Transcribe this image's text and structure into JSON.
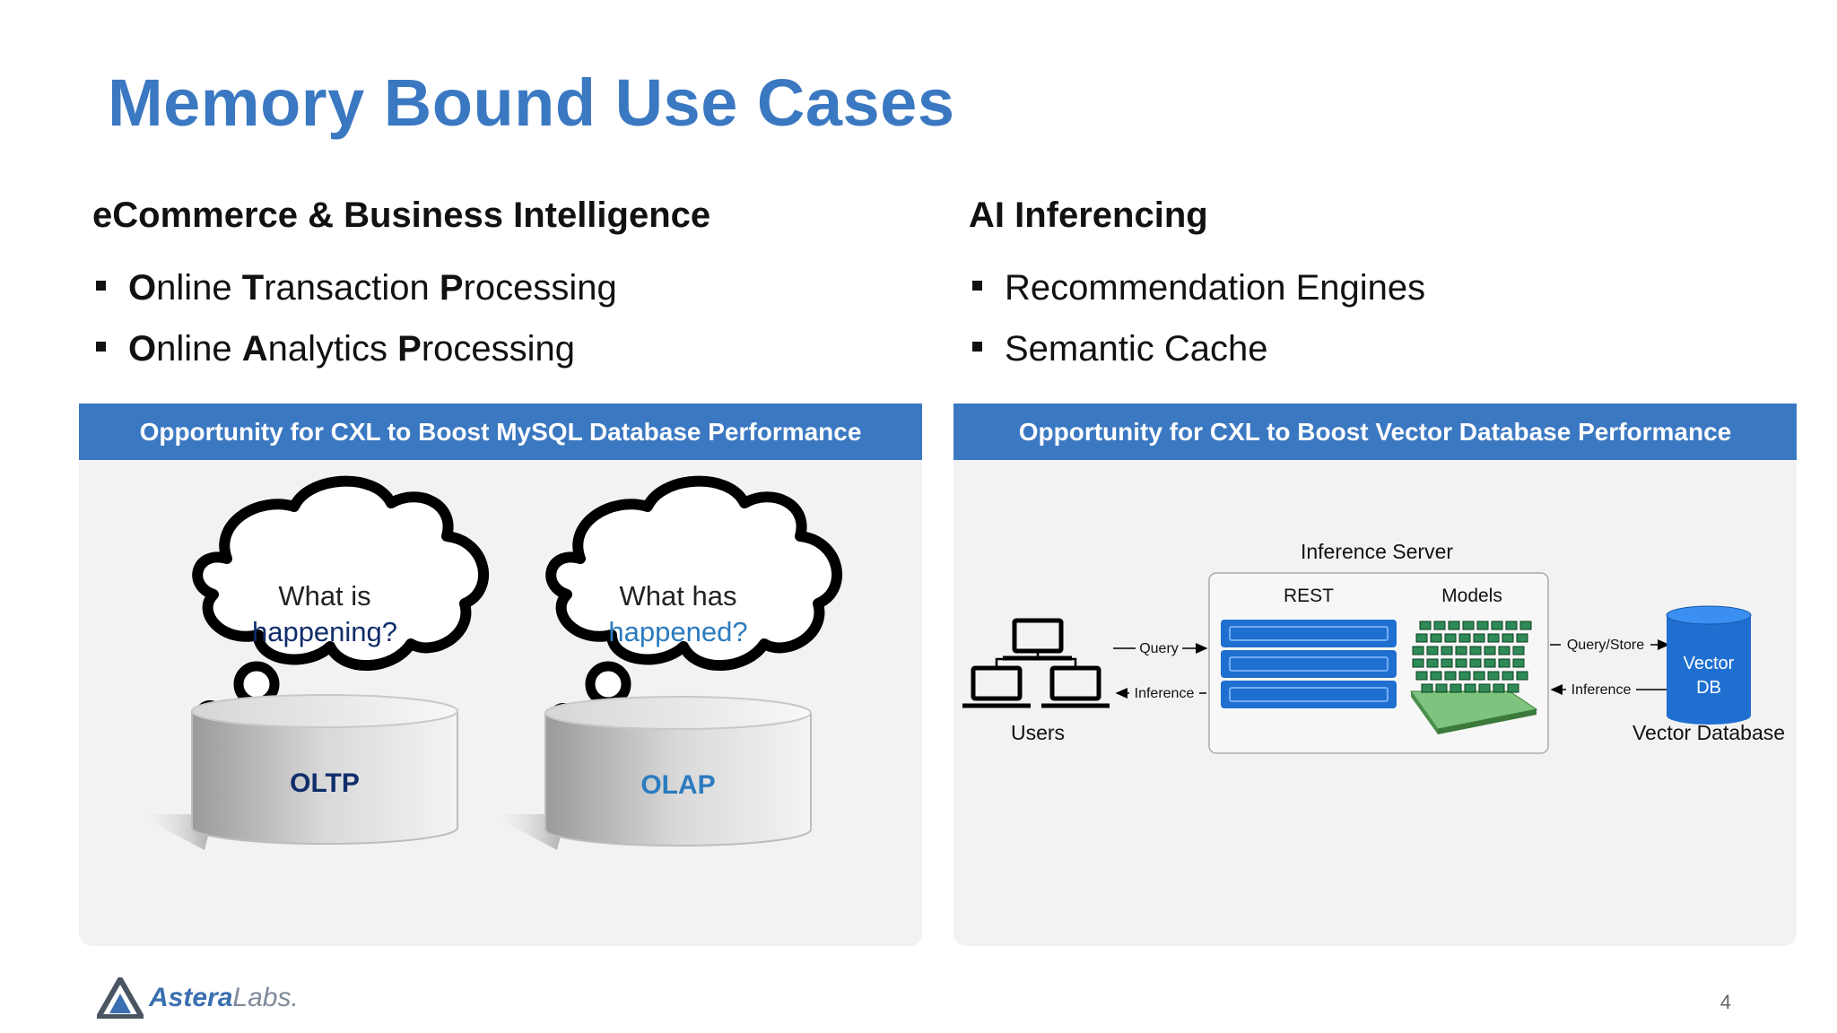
{
  "title": "Memory Bound Use Cases",
  "left_column": {
    "heading": "eCommerce & Business Intelligence",
    "bullets": [
      {
        "initial1": "O",
        "rest1": "nline ",
        "initial2": "T",
        "rest2": "ransaction ",
        "initial3": "P",
        "rest3": "rocessing"
      },
      {
        "initial1": "O",
        "rest1": "nline ",
        "initial2": "A",
        "rest2": "nalytics ",
        "initial3": "P",
        "rest3": "rocessing"
      }
    ]
  },
  "right_column": {
    "heading": "AI Inferencing",
    "bullets": [
      "Recommendation Engines",
      "Semantic Cache"
    ]
  },
  "left_panel": {
    "header": "Opportunity for CXL to Boost MySQL Database Performance",
    "clouds": [
      {
        "line1": "What is",
        "line2": "happening?",
        "db_label": "OLTP"
      },
      {
        "line1": "What has",
        "line2": "happened?",
        "db_label": "OLAP"
      }
    ],
    "colors": {
      "oltp": "#0f2d6b",
      "olap": "#2b7bbf"
    }
  },
  "right_panel": {
    "header": "Opportunity for CXL to Boost Vector Database Performance",
    "server_label": "Inference Server",
    "rest_label": "REST",
    "models_label": "Models",
    "users_label": "Users",
    "query_label": "Query",
    "inference_label_left": "Inference",
    "query_store_label": "Query/Store",
    "inference_label_right": "Inference",
    "vector_db_line1": "Vector",
    "vector_db_line2": "DB",
    "vector_database_label": "Vector Database"
  },
  "footer": {
    "logo_brand": "Astera",
    "logo_labs": "Labs.",
    "page_number": "4"
  },
  "colors": {
    "accent": "#3b78c2",
    "server_blue": "#1f6fd1",
    "chip_green": "#2e8b57"
  }
}
